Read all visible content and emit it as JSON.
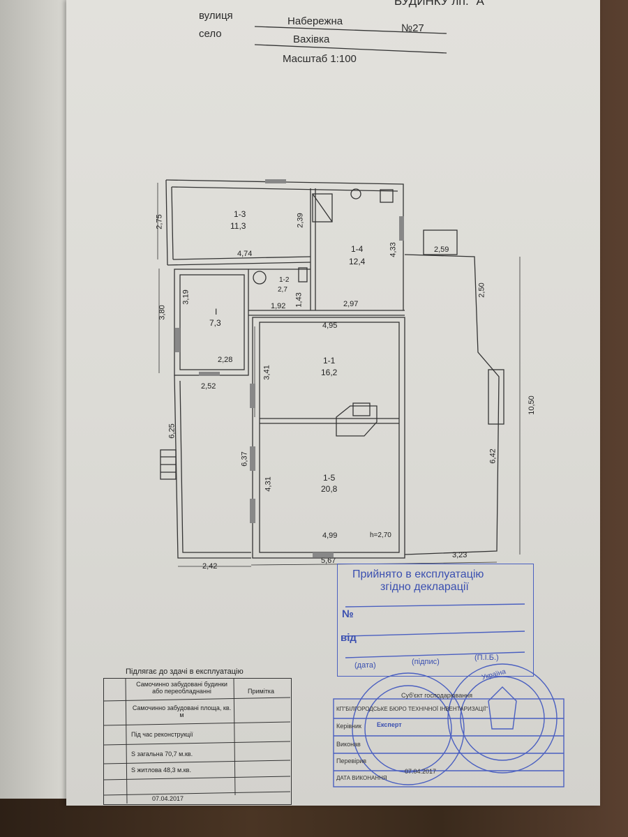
{
  "header": {
    "title": "БУДИНКУ літ. \"А\"",
    "street_label": "вулиця",
    "street_value": "Набережна",
    "number": "№27",
    "village_label": "село",
    "village_value": "Вахівка",
    "scale": "Масштаб 1:100"
  },
  "rooms": [
    {
      "id": "1-3",
      "area": "11,3"
    },
    {
      "id": "1-2",
      "area": "2,7"
    },
    {
      "id": "1-4",
      "area": "12,4"
    },
    {
      "id": "I",
      "area": "7,3"
    },
    {
      "id": "1-1",
      "area": "16,2"
    },
    {
      "id": "1-5",
      "area": "20,8"
    }
  ],
  "dims": {
    "d275": "2,75",
    "d474": "4,74",
    "d239": "2,39",
    "d433": "4,33",
    "d259": "2,59",
    "d250": "2,50",
    "d380": "3,80",
    "d319": "3,19",
    "d143": "1,43",
    "d192": "1,92",
    "d297": "2,97",
    "d495": "4,95",
    "d228": "2,28",
    "d252": "2,52",
    "d341": "3,41",
    "d1050": "10,50",
    "d625": "6,25",
    "d637": "6,37",
    "d431": "4,31",
    "d642": "6,42",
    "d499": "4,99",
    "h": "h=2,70",
    "d567": "5,67",
    "d323": "3,23",
    "d242": "2,42"
  },
  "acceptance_stamp": {
    "line1": "Прийнято в експлуатацію",
    "line2": "згідно декларації",
    "no": "№",
    "from": "від",
    "date": "(дата)",
    "sign": "(підпис)",
    "name": "(П.І.Б.)"
  },
  "table": {
    "title": "Підлягає до здачі в експлуатацію",
    "row1": "Самочинно забудовані будинки або переобладнанні",
    "note": "Примітка",
    "row2": "Самочинно забудовані площа, кв. м",
    "row3": "Під час реконструкції",
    "row4": "S загальна 70,7 м.кв.",
    "row5": "S житлова 48,3 м.кв.",
    "date": "07.04.2017"
  },
  "stamp": {
    "subject": "Суб'єкт господарювання",
    "org": "КП\"БІЛГОРОДСЬКЕ БЮРО ТЕХНІЧНОЇ ІНВЕНТАРИЗАЦІЇ\"",
    "head": "Керівник",
    "expert": "Експерт",
    "done": "Виконав",
    "checked": "Перевірив",
    "date_label": "ДАТА ВИКОНАННЯ",
    "date": "07.04.2017",
    "seal": "Україна"
  },
  "colors": {
    "ink": "#2a2a2a",
    "stamp_blue": "#3a4fb0"
  }
}
